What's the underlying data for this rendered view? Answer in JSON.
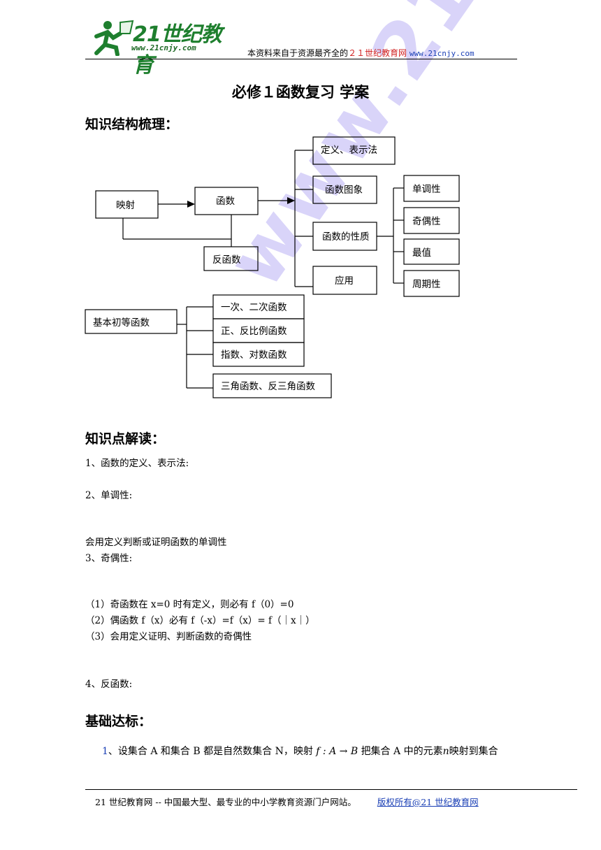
{
  "header": {
    "logo_text": "21世纪教育",
    "logo_url": "www.21cnjy.com",
    "note_prefix": "本资料来自于资源最齐全的",
    "note_site": "２１世纪教育网",
    "note_url": "www.21cnjy.com"
  },
  "title": "必修１函数复习 学案",
  "sections": {
    "structure": "知识结构梳理：",
    "points": "知识点解读：",
    "basics": "基础达标："
  },
  "diagram": {
    "mapping": "映射",
    "function": "函数",
    "inverse": "反函数",
    "definition": "定义、表示法",
    "graph": "函数图象",
    "properties": "函数的性质",
    "application": "应用",
    "monotonic": "单调性",
    "parity": "奇偶性",
    "extremum": "最值",
    "periodic": "周期性",
    "elementary": "基本初等函数",
    "linear_quadratic": "一次、二次函数",
    "proportional": "正、反比例函数",
    "exp_log": "指数、对数函数",
    "trig": "三角函数、反三角函数"
  },
  "points": {
    "p1": "1、函数的定义、表示法:",
    "p2": "2、单调性:",
    "p2_note": "会用定义判断或证明函数的单调性",
    "p3": "3、奇偶性:",
    "p3_1": "（1）奇函数在 x=0 时有定义，则必有 f（0）=0",
    "p3_2": "（2）偶函数 f（x）必有 f（-x）=f（x）= f（｜x｜）",
    "p3_3": "（3）会用定义证明、判断函数的奇偶性",
    "p4": "4、反函数:"
  },
  "exercise": {
    "num": "1",
    "text_a": "、设集合 A 和集合 B 都是自然数集合 N，映射",
    "math_map": "f : A → B",
    "text_b": "把集合 A 中的元素",
    "math_n": "n",
    "text_c": "映射到集合"
  },
  "footer": {
    "text": "21 世纪教育网 -- 中国最大型、最专业的中小学教育资源门户网站。",
    "link": "版权所有@21 世纪教育网"
  },
  "watermark": "www.21cnjy.com",
  "colors": {
    "logo_green": "#1e7f2e",
    "link_blue": "#1a3fb5",
    "note_red": "#d02020",
    "watermark": "#7864eb"
  }
}
